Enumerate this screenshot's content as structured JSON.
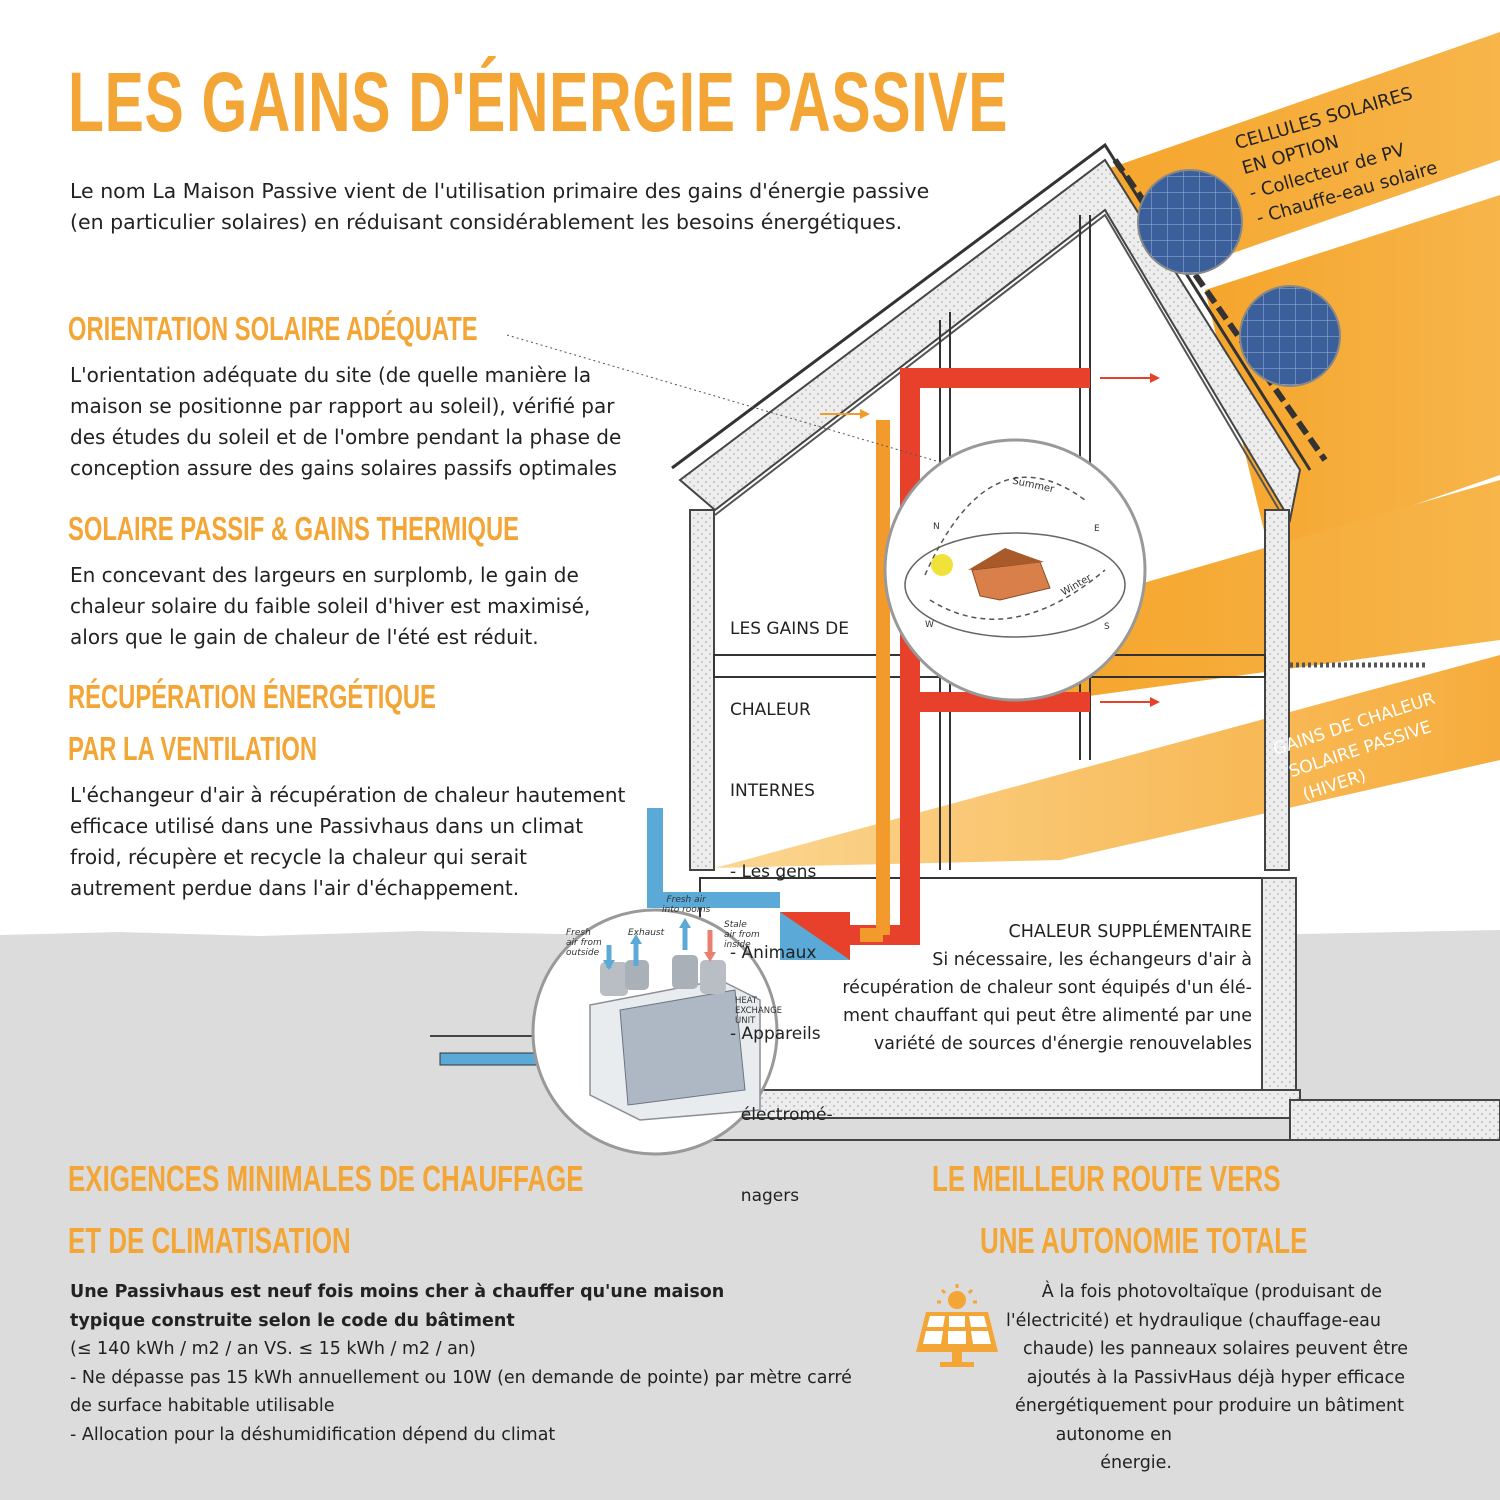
{
  "title": "LES GAINS D'ÉNERGIE PASSIVE",
  "intro": [
    "Le nom La Maison Passive vient de l'utilisation primaire des gains d'énergie passive",
    "(en particulier solaires) en réduisant considérablement les besoins énergétiques."
  ],
  "orientation": {
    "heading": "ORIENTATION SOLAIRE ADÉQUATE",
    "lines": [
      "L'orientation adéquate du site (de quelle manière la",
      "maison se positionne par rapport au soleil), vérifié par",
      "des études du soleil et de l'ombre pendant la phase de",
      "conception assure des gains solaires passifs optimales"
    ]
  },
  "passive_solar": {
    "heading": "SOLAIRE PASSIF & GAINS THERMIQUE",
    "lines": [
      "En concevant des largeurs en surplomb, le gain de",
      "chaleur solaire du faible soleil d'hiver est maximisé,",
      "alors que le gain de chaleur de l'été est réduit."
    ]
  },
  "ventilation": {
    "heading_1": "RÉCUPÉRATION ÉNERGÉTIQUE",
    "heading_2": "PAR LA VENTILATION",
    "lines": [
      "L'échangeur d'air à récupération de chaleur hautement",
      "efficace utilisé dans une Passivhaus dans un climat",
      "froid, récupère et recycle la chaleur qui serait",
      "autrement perdue dans l'air d'échappement."
    ]
  },
  "solar_cells": {
    "lines": [
      "CELLULES SOLAIRES",
      "EN OPTION",
      "- Collecteur de PV",
      "- Chauffe-eau solaire"
    ]
  },
  "internal_gains": {
    "lines": [
      "LES GAINS DE",
      "CHALEUR",
      "INTERNES",
      "- Les gens",
      "- Animaux",
      "- Appareils",
      "  électromé-",
      "  nagers"
    ]
  },
  "passive_gain": {
    "lines": [
      "GAINS DE CHALEUR",
      "SOLAIRE PASSIVE",
      "(HIVER)"
    ]
  },
  "sun_diagram": {
    "summer": "Summer",
    "winter": "Winter",
    "n": "N",
    "e": "E",
    "s": "S",
    "w": "W"
  },
  "hrv_diagram": {
    "fresh_outside": [
      "Fresh",
      "air from",
      "outside"
    ],
    "exhaust": "Exhaust",
    "fresh_rooms": [
      "Fresh air",
      "into rooms"
    ],
    "stale": [
      "Stale",
      "air from",
      "inside"
    ],
    "unit": [
      "HEAT",
      "EXCHANGE",
      "UNIT"
    ]
  },
  "supplementary": {
    "heading": "CHALEUR SUPPLÉMENTAIRE",
    "lines": [
      "Si nécessaire, les échangeurs d'air à",
      "récupération de chaleur sont équipés d'un élé-",
      "ment chauffant qui peut être alimenté par une",
      "variété de sources d'énergie renouvelables"
    ]
  },
  "requirements": {
    "heading_1": "EXIGENCES MINIMALES DE CHAUFFAGE",
    "heading_2": "ET DE CLIMATISATION",
    "bold_1": "Une Passivhaus est neuf fois moins cher à chauffer qu'une maison",
    "bold_2": "typique construite selon le code du bâtiment",
    "lines": [
      "(≤ 140 kWh / m2 / an VS. ≤ 15 kWh / m2 / an)",
      "- Ne dépasse pas 15 kWh annuellement ou 10W (en demande de pointe) par mètre carré",
      "de surface habitable utilisable",
      "- Allocation pour la déshumidification dépend du climat"
    ]
  },
  "autonomy": {
    "heading_1": "LE MEILLEUR ROUTE VERS",
    "heading_2": "UNE AUTONOMIE TOTALE",
    "lines": [
      "À la fois photovoltaïque (produisant de",
      "l'électricité) et hydraulique (chauffage-eau",
      "chaude) les panneaux solaires peuvent être",
      "ajoutés à la PassivHaus déjà hyper efficace",
      "énergétiquement pour produire un bâtiment",
      "autonome en énergie."
    ]
  },
  "colors": {
    "accent": "#f3a536",
    "ground": "#dcdcdc",
    "duct_red": "#e8412b",
    "duct_orange": "#f39a2c",
    "duct_blue": "#5aa9d6"
  },
  "icons": {
    "solar_panel": "solar-panel-icon"
  }
}
